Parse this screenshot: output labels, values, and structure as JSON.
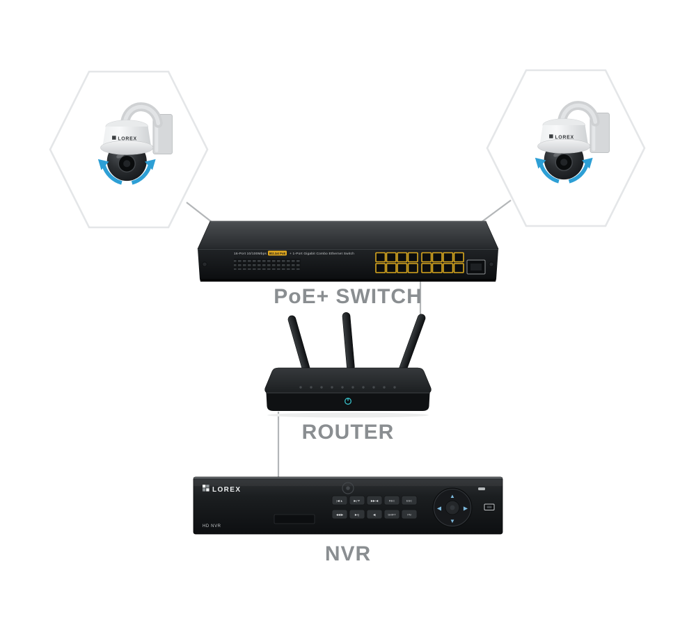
{
  "diagram": {
    "labels": {
      "poe_switch": "PoE+ SWITCH",
      "router": "ROUTER",
      "nvr": "NVR"
    }
  },
  "colors": {
    "background": "#ffffff",
    "caption_gray": "#8a8e91",
    "connector_gray": "#b3b6b8",
    "hexagon_border": "#e4e6e8",
    "port_yellow": "#d9a81f",
    "rotation_arrow_blue": "#2d9fd5",
    "device_black": "#101214"
  },
  "camera": {
    "icon": "ptz-dome-camera-icon",
    "brand": "LOREX"
  },
  "switch_device": {
    "label_left": "16-Port 10/100Mbps",
    "label_badge": "802.3at PoE",
    "label_right": "+ 1-Port Gigabit Combo Ethernet Switch",
    "poe_port_count": 16,
    "uplink_port_count": 1
  },
  "router_device": {
    "antenna_count": 3,
    "power_icon": "power-button-icon"
  },
  "nvr_device": {
    "brand": "LOREX",
    "model": "HD NVR",
    "buttons_row1": [
      "|◀/▲",
      "▶|/▼",
      "▶▶/◀",
      "REC",
      "ESC"
    ],
    "buttons_row2": [
      "◀◀/▶",
      "▶/||",
      "◀|",
      "SHIFT",
      "FN"
    ],
    "dpad": {
      "up": "▲",
      "down": "▼",
      "left": "◀",
      "right": "▶"
    }
  }
}
